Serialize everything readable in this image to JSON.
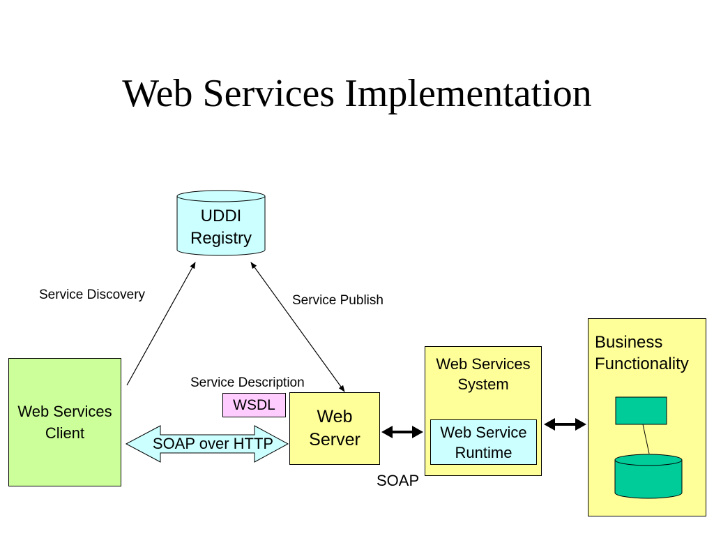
{
  "title": "Web Services Implementation",
  "nodes": {
    "uddi": {
      "line1": "UDDI",
      "line2": "Registry"
    },
    "client": {
      "line1": "Web Services",
      "line2": "Client"
    },
    "web_server": {
      "line1": "Web",
      "line2": "Server"
    },
    "wsdl": "WSDL",
    "ws_system": {
      "line1": "Web Services",
      "line2": "System"
    },
    "runtime": {
      "line1": "Web Service",
      "line2": "Runtime"
    },
    "business": {
      "line1": "Business",
      "line2": "Functionality"
    }
  },
  "labels": {
    "service_discovery": "Service Discovery",
    "service_publish": "Service Publish",
    "service_description": "Service Description",
    "soap_over_http": "SOAP over HTTP",
    "soap": "SOAP"
  },
  "colors": {
    "uddi_fill": "#ccffff",
    "client_fill": "#ccff99",
    "server_fill": "#ffff99",
    "wsdl_fill": "#ffccff",
    "runtime_fill": "#ccffff",
    "business_shapes_fill": "#00cc99"
  }
}
